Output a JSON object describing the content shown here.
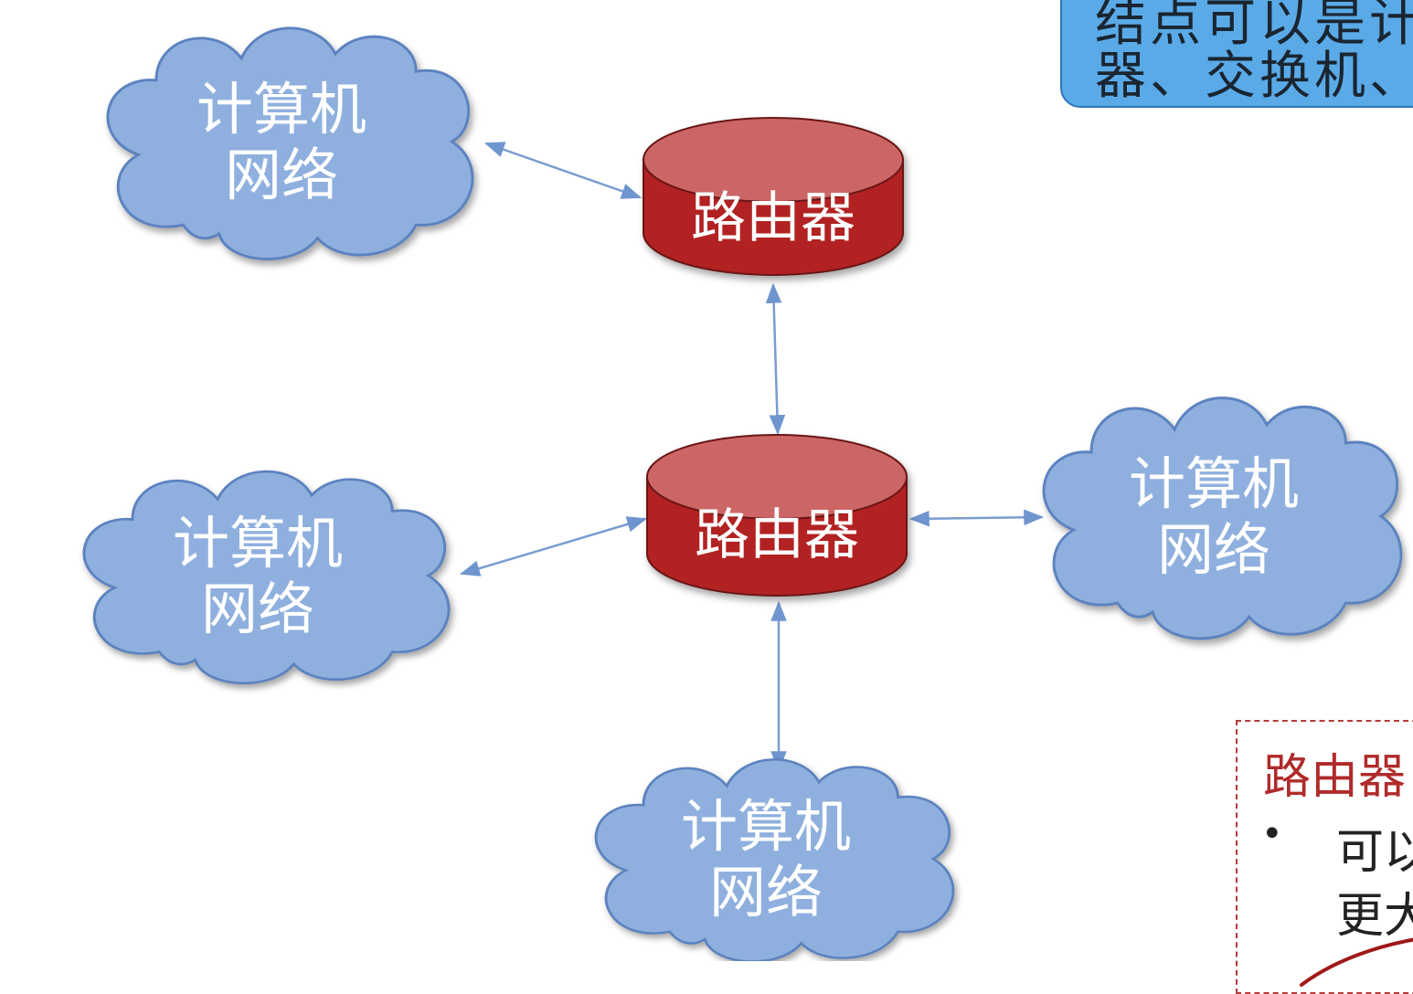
{
  "diagram": {
    "router_label": "路由器",
    "network_line1": "计算机",
    "network_line2": "网络",
    "colors": {
      "cloud_fill": "#8fb0de",
      "cloud_stroke": "#5b82bf",
      "router_side": "#b22222",
      "router_top": "#cc6666",
      "router_stroke": "#6a1414",
      "arrow": "#7a9cd0"
    }
  },
  "callout": {
    "line1": "结点可以是计",
    "line2": "器、交换机、"
  },
  "note": {
    "title": "路由器",
    "bullet": "•",
    "line1": "可以",
    "line2": "更大"
  }
}
